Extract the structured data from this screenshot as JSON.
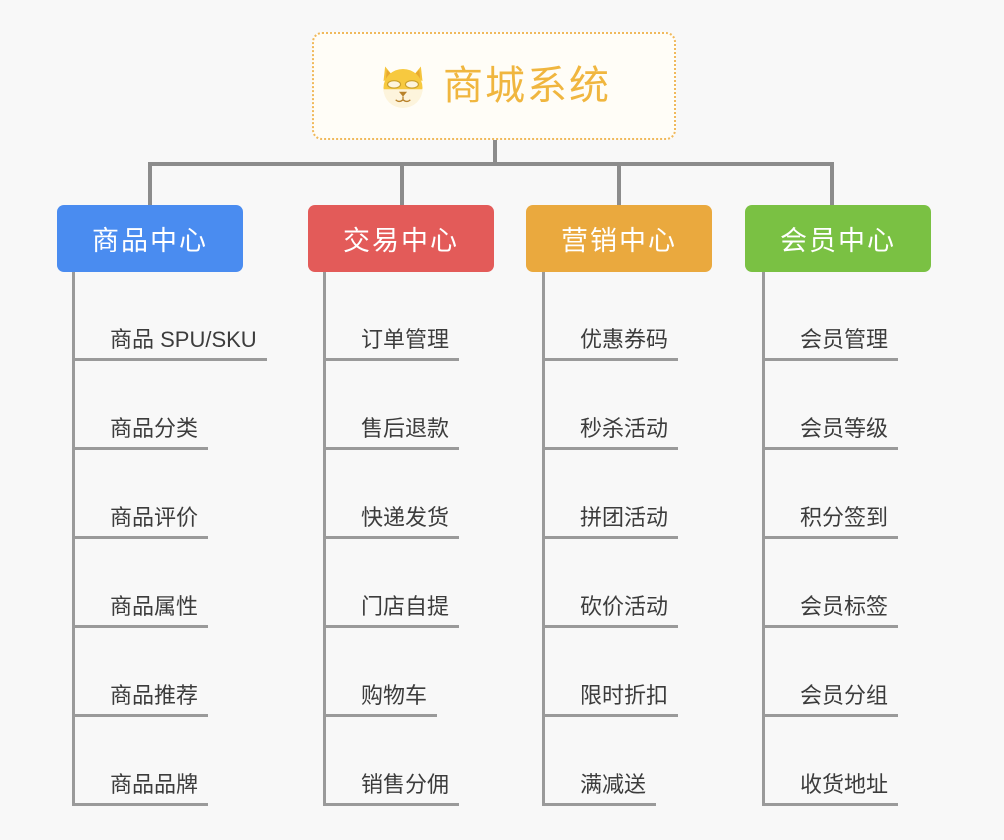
{
  "page": {
    "background_color": "#f8f8f8",
    "type": "org-chart-mindmap"
  },
  "root": {
    "title": "商城系统",
    "icon": "shiba-dog-face-icon",
    "text_color": "#f0b63f",
    "border_color": "#f0b95c",
    "background_color": "#fffdf7"
  },
  "branches": [
    {
      "label": "商品中心",
      "color": "#4a8cf0",
      "items": [
        "商品 SPU/SKU",
        "商品分类",
        "商品评价",
        "商品属性",
        "商品推荐",
        "商品品牌"
      ]
    },
    {
      "label": "交易中心",
      "color": "#e35b59",
      "items": [
        "订单管理",
        "售后退款",
        "快递发货",
        "门店自提",
        "购物车",
        "销售分佣"
      ]
    },
    {
      "label": "营销中心",
      "color": "#eaa93e",
      "items": [
        "优惠券码",
        "秒杀活动",
        "拼团活动",
        "砍价活动",
        "限时折扣",
        "满减送"
      ]
    },
    {
      "label": "会员中心",
      "color": "#7ac143",
      "items": [
        "会员管理",
        "会员等级",
        "积分签到",
        "会员标签",
        "会员分组",
        "收货地址"
      ]
    }
  ],
  "connector_color": "#8c8c8c",
  "leaf_line_color": "#9a9a9a"
}
